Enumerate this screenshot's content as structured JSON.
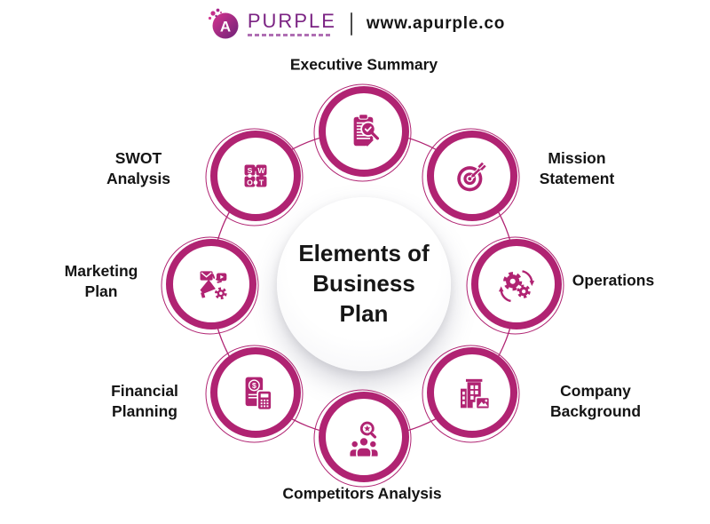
{
  "colors": {
    "accent": "#b02372",
    "brand_purple": "#7b2383",
    "text": "#131313"
  },
  "header": {
    "logo_letter": "A",
    "brand": "PURPLE",
    "domain": "www.apurple.co"
  },
  "center": {
    "title": "Elements of\nBusiness\nPlan"
  },
  "nodes": {
    "executive": {
      "label": "Executive Summary"
    },
    "mission": {
      "label": "Mission\nStatement"
    },
    "operations": {
      "label": "Operations"
    },
    "company": {
      "label": "Company\nBackground"
    },
    "competitors": {
      "label": "Competitors Analysis"
    },
    "financial": {
      "label": "Financial\nPlanning"
    },
    "marketing": {
      "label": "Marketing\nPlan"
    },
    "swot": {
      "label": "SWOT\nAnalysis"
    }
  },
  "icons": {
    "dollar": "$",
    "swot_letters": [
      "S",
      "W",
      "O",
      "T"
    ]
  }
}
